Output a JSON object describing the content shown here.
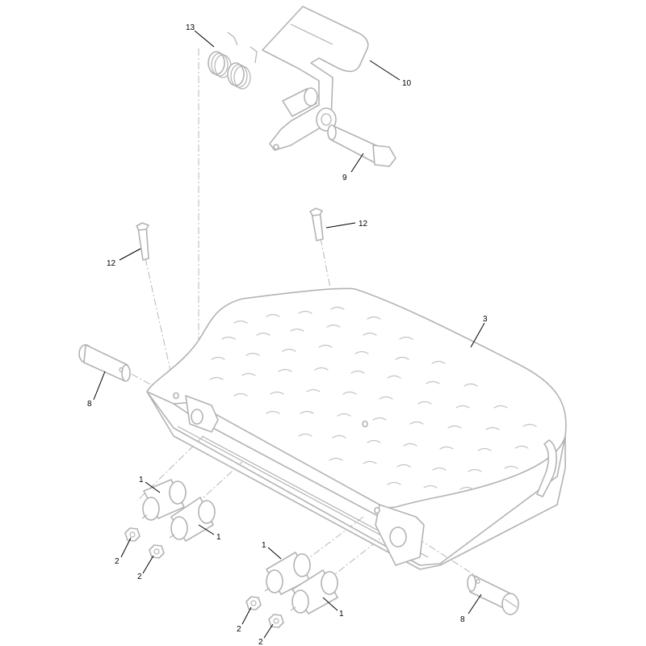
{
  "callouts": [
    {
      "id": "c13",
      "text": "13"
    },
    {
      "id": "c10",
      "text": "10"
    },
    {
      "id": "c9",
      "text": "9"
    },
    {
      "id": "c12a",
      "text": "12"
    },
    {
      "id": "c12b",
      "text": "12"
    },
    {
      "id": "c3",
      "text": "3"
    },
    {
      "id": "c8a",
      "text": "8"
    },
    {
      "id": "c8b",
      "text": "8"
    },
    {
      "id": "c1a",
      "text": "1"
    },
    {
      "id": "c1b",
      "text": "1"
    },
    {
      "id": "c1c",
      "text": "1"
    },
    {
      "id": "c1d",
      "text": "1"
    },
    {
      "id": "c2a",
      "text": "2"
    },
    {
      "id": "c2b",
      "text": "2"
    },
    {
      "id": "c2c",
      "text": "2"
    },
    {
      "id": "c2d",
      "text": "2"
    }
  ]
}
